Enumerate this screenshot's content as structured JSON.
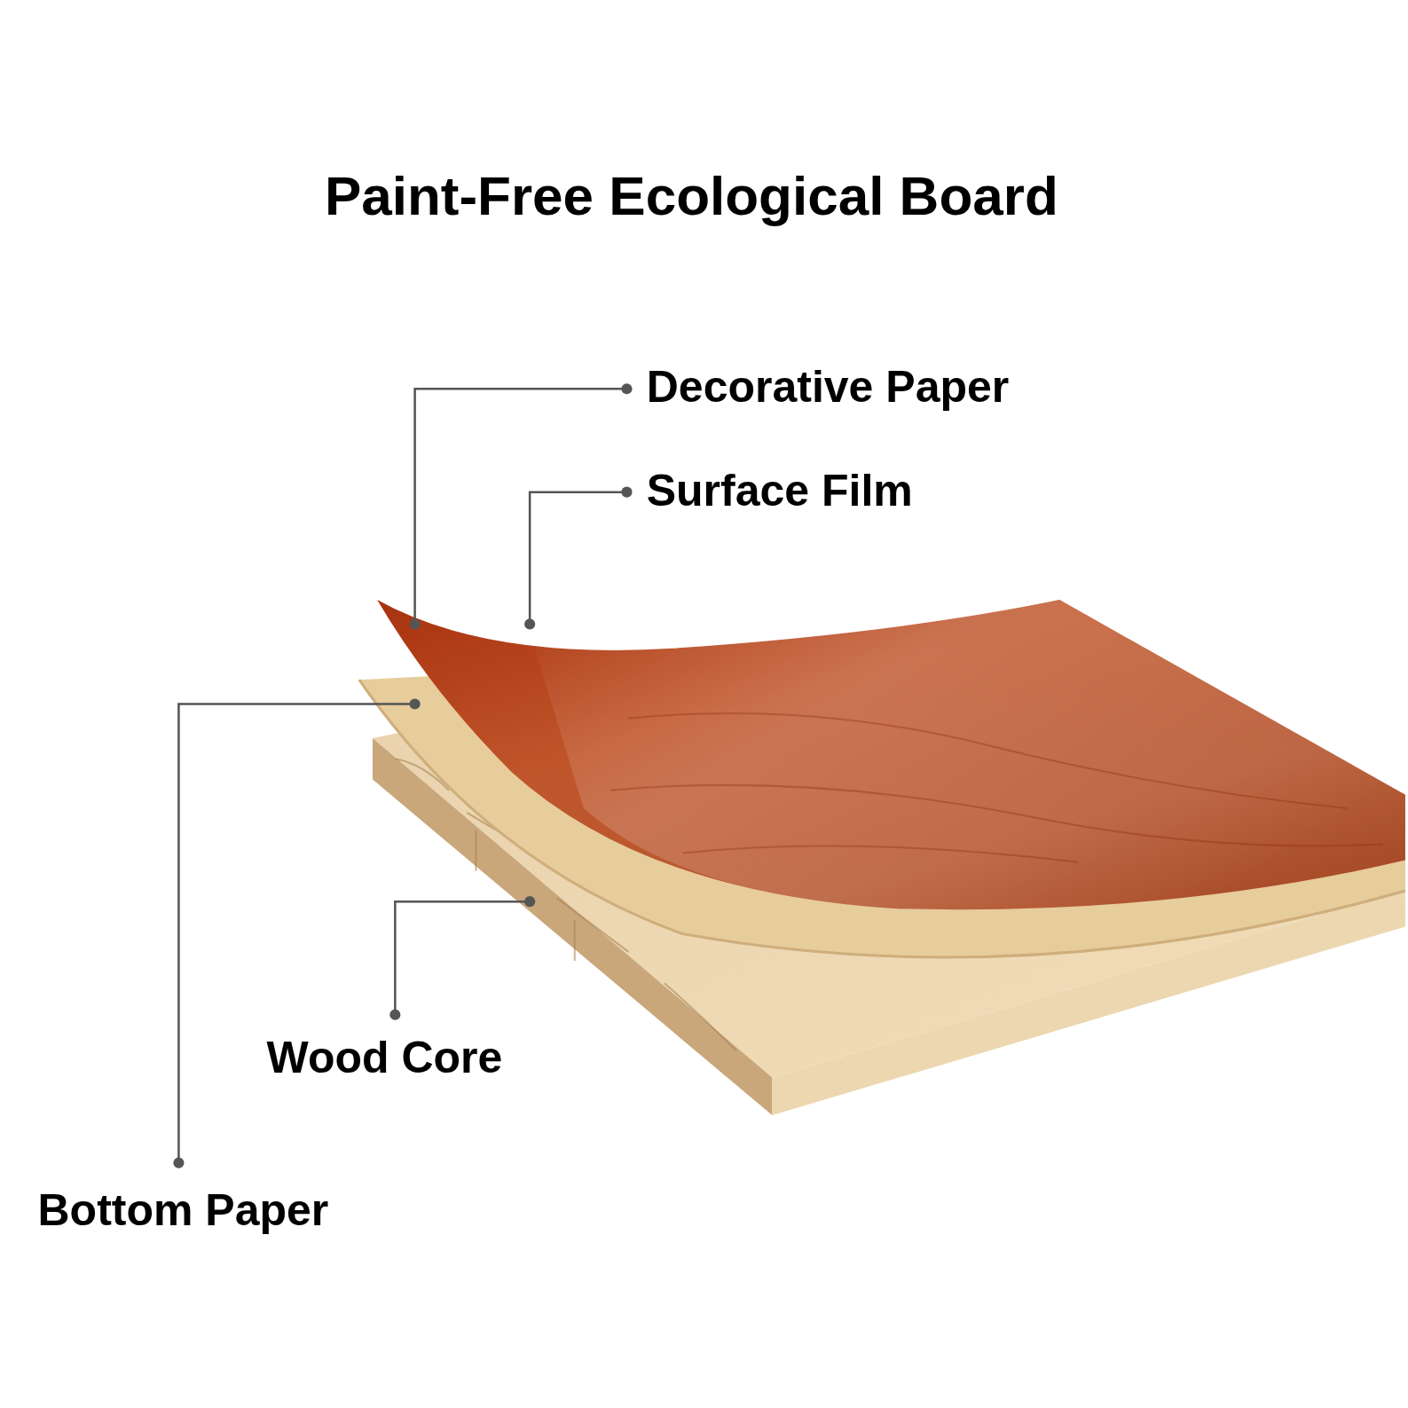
{
  "diagram": {
    "title": "Paint-Free Ecological Board",
    "labels": [
      "Decorative Paper",
      "Surface Film",
      "Wood Core",
      "Bottom Paper"
    ]
  }
}
